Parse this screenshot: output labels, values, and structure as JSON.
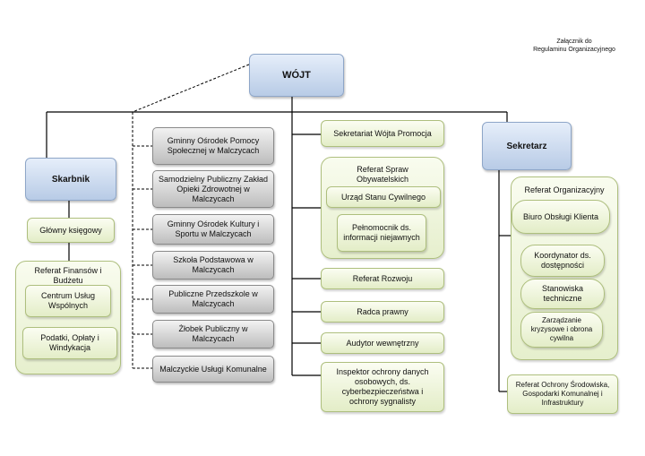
{
  "note": {
    "line1": "Załącznik do",
    "line2": "Regulaminu Organizacyjnego"
  },
  "wojt": "WÓJT",
  "skarbnik": {
    "label": "Skarbnik",
    "glowny": "Główny księgowy",
    "referat_title": "Referat Finansów i Budżetu",
    "items": [
      "Centrum Usług Wspólnych",
      "Podatki, Opłaty i Windykacja"
    ]
  },
  "units": [
    "Gminny Ośrodek Pomocy Społecznej w Malczycach",
    "Samodzielny Publiczny Zakład Opieki Zdrowotnej w Malczycach",
    "Gminny Ośrodek Kultury i Sportu w Malczycach",
    "Szkoła Podstawowa w Malczycach",
    "Publiczne Przedszkole w Malczycach",
    "Żłobek Publiczny w Malczycach",
    "Malczyckie Usługi Komunalne"
  ],
  "center": {
    "sekretariat": "Sekretariat Wójta Promocja",
    "referat_spraw_title": "Referat Spraw Obywatelskich",
    "usc": "Urząd Stanu Cywilnego",
    "pelnomocnik": "Pełnomocnik ds. informacji niejawnych",
    "items": [
      "Referat Rozwoju",
      "Radca prawny",
      "Audytor wewnętrzny",
      "Inspektor ochrony danych osobowych, ds. cyberbezpieczeństwa i ochrony sygnalisty"
    ]
  },
  "sekretarz": {
    "label": "Sekretarz",
    "referat_org_title": "Referat Organizacyjny",
    "items": [
      "Biuro Obsługi Klienta",
      "Koordynator ds. dostępności",
      "Stanowiska techniczne",
      "Zarządzanie kryzysowe i obrona cywilna"
    ],
    "ochrona": "Referat Ochrony Środowiska, Gospodarki Komunalnej i Infrastruktury"
  }
}
